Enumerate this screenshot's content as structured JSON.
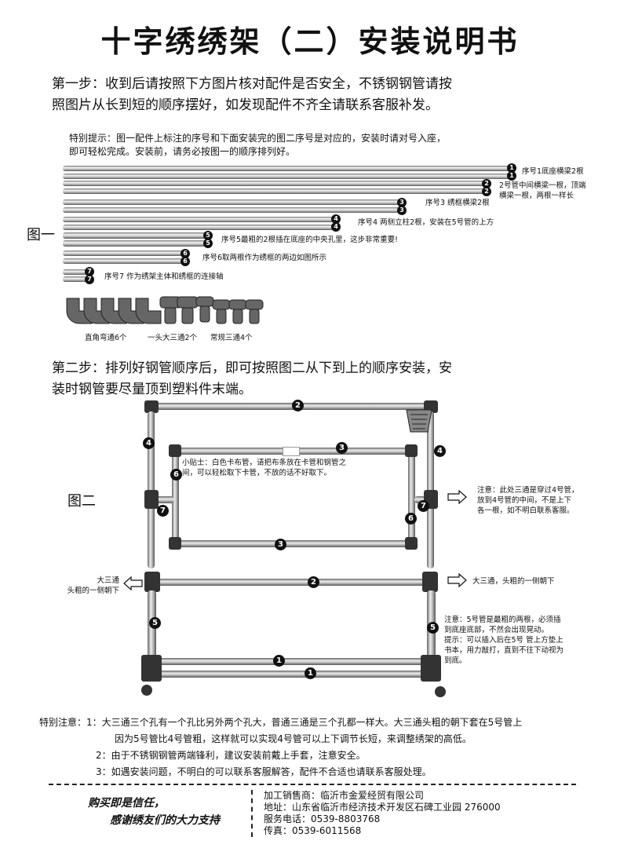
{
  "title": "十字绣绣架（二）安装说明书",
  "step1": {
    "line1": "第一步：收到后请按照下方图片核对配件是否安全，不锈钢钢管请按",
    "line2": "照图片从长到短的顺序摆好，如发现配件不齐全请联系客服补发。"
  },
  "tip": {
    "line1": "特别提示：图一配件上标注的序号和下面安装完的图二序号是对应的，安装时请对号入座，",
    "line2": "即可轻松完成。安装前，请务必按图一的顺序排列好。"
  },
  "fig1": {
    "label": "图一",
    "pipes": [
      {
        "num": "1",
        "desc": "序号1底座横梁2根"
      },
      {
        "num": "2",
        "desc": "2号管中间横梁一根，顶端"
      },
      {
        "num": "2",
        "desc": "横梁一根，两根一样长"
      },
      {
        "num": "3",
        "desc": "序号3 绣框横梁2根"
      },
      {
        "num": "4",
        "desc": "序号4 两侧立柱2根，安装在5号管的上方"
      },
      {
        "num": "5",
        "desc": "序号5最粗的2根插在底座的中央孔里，这步非常重要!"
      },
      {
        "num": "6",
        "desc": "序号6取两根作为绣框的两边如图所示"
      },
      {
        "num": "7",
        "desc": "序号7 作为绣架主体和绣框的连接轴"
      }
    ],
    "fittings": [
      "直角弯通6个",
      "一头大三通2个",
      "常规三通4个"
    ]
  },
  "step2": {
    "line1": "第二步：排列好钢管顺序后，即可按照图二从下到上的顺序安装，安",
    "line2": "装时钢管要尽量顶到塑料件末端。"
  },
  "fig2": {
    "label": "图二",
    "note_tip_1": "小贴士：白色卡布管，请把布条放在卡管和钢管之",
    "note_tip_2": "间，可以轻松取下卡管，不放的话不好取下。",
    "note_right_1": "注意：此处三通是穿过4号管，",
    "note_right_2": "放到4号管的中间，不是上下",
    "note_right_3": "各一根，如不明白联系客服。",
    "note_left_1": "大三通",
    "note_left_2": "头粗的一侧朝下",
    "note_mid_right": "大三通，头粗的一侧朝下",
    "note_5_1": "注意：5号管是最粗的两根，必须插",
    "note_5_2": "到底座底部，不然会出现晃动。",
    "note_5_3": "提示：可以插入后在5号 管上方垫上",
    "note_5_4": "书本，用力敲打，直到不往下动视为",
    "note_5_5": "到底。",
    "nums": [
      "1",
      "2",
      "3",
      "4",
      "5",
      "6",
      "7"
    ]
  },
  "notes": {
    "n1a": "特别注意：1：大三通三个孔有一个孔比另外两个孔大，普通三通是三个孔都一样大。大三通头粗的朝下套在5号管上",
    "n1b": "因为5号管比4号管粗，这样就可以实现4号管可以上下调节长短，来调整绣架的高低。",
    "n2": "2：由于不锈钢钢管两端锋利，建议安装前戴上手套，注意安全。",
    "n3": "3：如遇安装问题，不明白的可以联系客服解答，配件不合适也请联系客服处理。"
  },
  "footer": {
    "slogan1": "购买即是信任，",
    "slogan2": "感谢绣友们的大力支持",
    "maker": "加工销售商：临沂市金爱经贸有限公司",
    "address": "地址：山东省临沂市经济技术开发区石碑工业园   276000",
    "phone": "服务电话：0539-8803768",
    "fax": "传真：0539-6011568"
  }
}
